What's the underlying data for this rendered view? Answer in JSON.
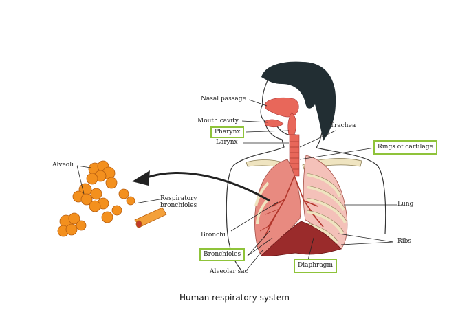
{
  "caption": "Human respiratory system",
  "labels": {
    "nasal_passage": "Nasal passage",
    "mouth_cavity": "Mouth cavity",
    "pharynx": "Pharynx",
    "larynx": "Larynx",
    "trachea": "Trachea",
    "rings_of_cartilage": "Rings of cartilage",
    "lung": "Lung",
    "ribs": "Ribs",
    "diaphragm": "Diaphragm",
    "bronchi": "Bronchi",
    "bronchioles": "Bronchioles",
    "alveolar_sac": "Alveolar sac",
    "alveoli": "Alveoli",
    "respiratory_bronchioles": "Respiratory bronchioles"
  },
  "colors": {
    "highlight_box": "#8fc33a",
    "airway": "#e8675a",
    "lung": "#e88a80",
    "alveoli": "#f3901e",
    "hair": "#222e33",
    "rib": "#efe4c0"
  }
}
